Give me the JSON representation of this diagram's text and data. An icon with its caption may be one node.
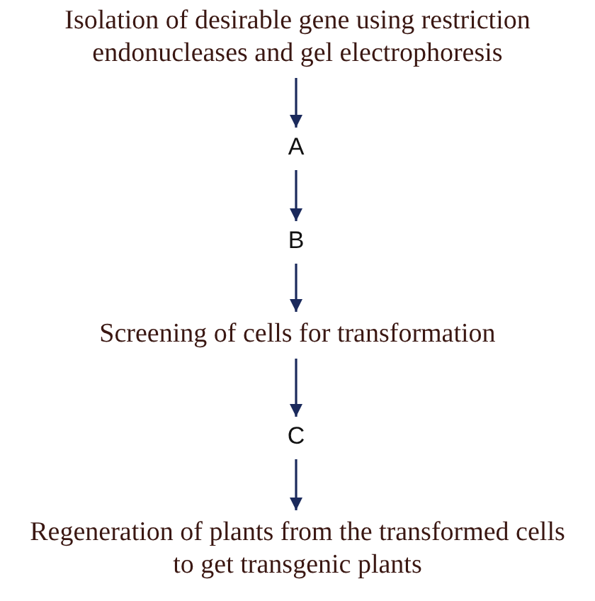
{
  "diagram": {
    "nodes": [
      {
        "text": [
          "Isolation of desirable gene using restriction endonucleases and gel electrophoresis"
        ]
      },
      {
        "text": [
          "A"
        ]
      },
      {
        "text": [
          "B"
        ]
      },
      {
        "text": [
          "Screening of cells for transformation"
        ]
      },
      {
        "text": [
          "C"
        ]
      },
      {
        "text": [
          "Regeneration of plants from the transformed cells to get transgenic plants"
        ]
      }
    ],
    "edges": [
      {
        "from": 0,
        "to": 1,
        "arrow": "to"
      },
      {
        "from": 1,
        "to": 2,
        "arrow": "to"
      },
      {
        "from": 2,
        "to": 3,
        "arrow": "to"
      },
      {
        "from": 3,
        "to": 4,
        "arrow": "to"
      },
      {
        "from": 4,
        "to": 5,
        "arrow": "to"
      }
    ]
  }
}
